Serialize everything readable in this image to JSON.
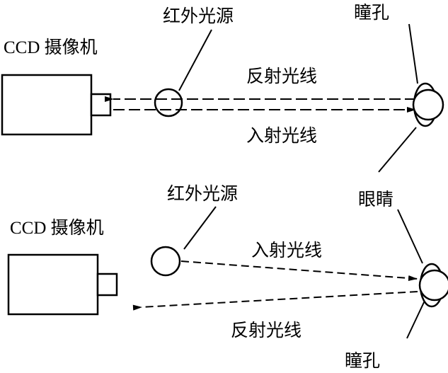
{
  "top": {
    "camera_label": "CCD 摄像机",
    "source_label": "红外光源",
    "pupil_label": "瞳孔",
    "reflected_label": "反射光线",
    "incident_label": "入射光线"
  },
  "middle": {
    "eye_label": "眼睛"
  },
  "bottom": {
    "camera_label": "CCD 摄像机",
    "source_label": "红外光源",
    "incident_label": "入射光线",
    "reflected_label": "反射光线",
    "pupil_label": "瞳孔"
  },
  "colors": {
    "stroke": "#000000",
    "background": "#ffffff"
  }
}
